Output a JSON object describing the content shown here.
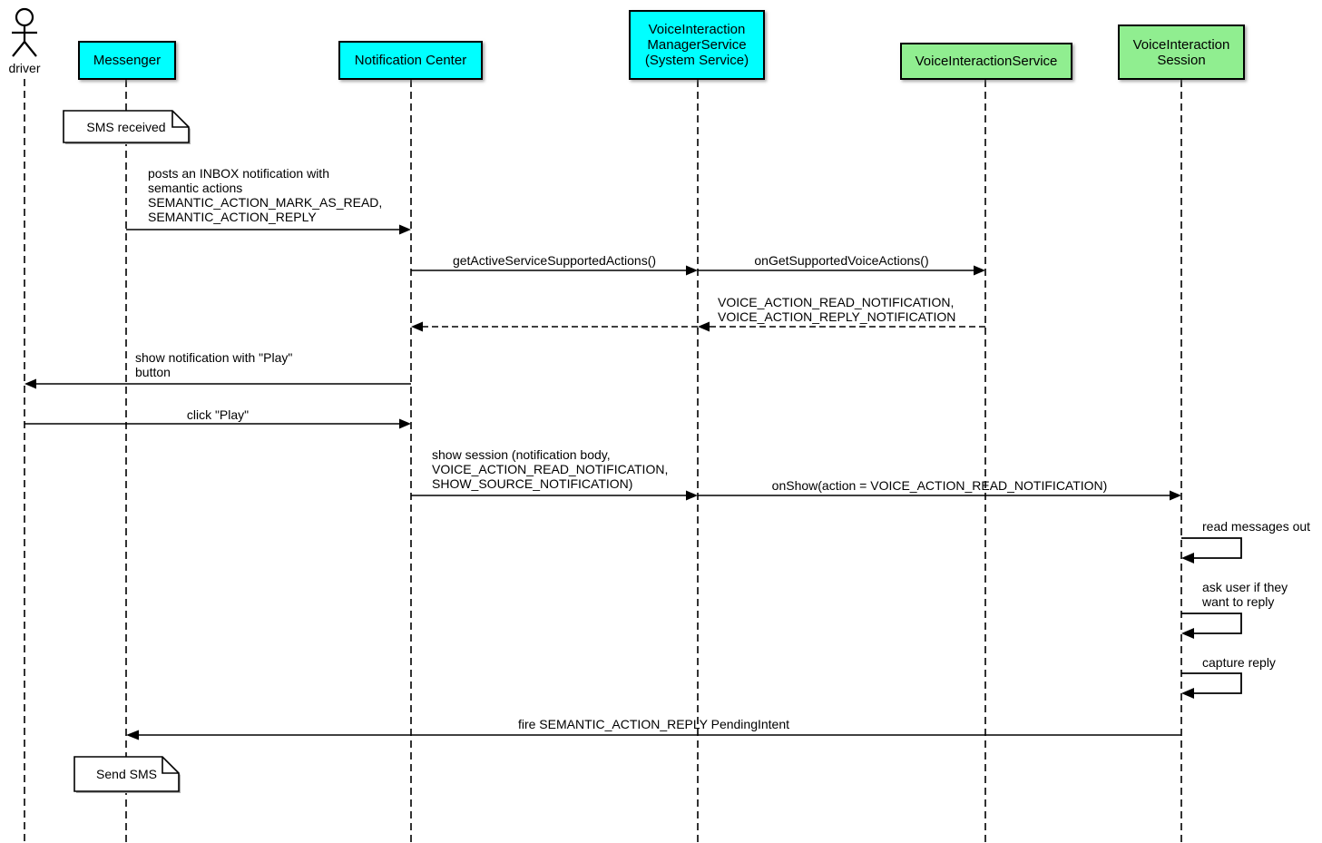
{
  "colors": {
    "participant_cyan": "#00ffff",
    "participant_green": "#90ee90",
    "line": "#000000",
    "note_background": "#ffffff",
    "page_background": "#ffffff"
  },
  "actor": {
    "label": "driver"
  },
  "participants": [
    {
      "label": "Messenger",
      "color": "#00ffff"
    },
    {
      "label": "Notification Center",
      "color": "#00ffff"
    },
    {
      "label": "VoiceInteraction\nManagerService\n(System Service)",
      "color": "#00ffff"
    },
    {
      "label": "VoiceInteractionService",
      "color": "#90ee90"
    },
    {
      "label": "VoiceInteraction\nSession",
      "color": "#90ee90"
    }
  ],
  "notes": [
    {
      "text": "SMS received",
      "attached_to": "Messenger"
    },
    {
      "text": "Send SMS",
      "attached_to": "Messenger"
    }
  ],
  "messages": [
    {
      "from": "Messenger",
      "to": "Notification Center",
      "style": "solid",
      "text": "posts an INBOX notification with\nsemantic actions\nSEMANTIC_ACTION_MARK_AS_READ,\nSEMANTIC_ACTION_REPLY"
    },
    {
      "from": "Notification Center",
      "to": "VoiceInteractionManagerService",
      "style": "solid",
      "text": "getActiveServiceSupportedActions()"
    },
    {
      "from": "VoiceInteractionManagerService",
      "to": "VoiceInteractionService",
      "style": "solid",
      "text": "onGetSupportedVoiceActions()"
    },
    {
      "from": "VoiceInteractionService",
      "to": "VoiceInteractionManagerService",
      "style": "dashed-return",
      "text": "VOICE_ACTION_READ_NOTIFICATION,\nVOICE_ACTION_REPLY_NOTIFICATION"
    },
    {
      "from": "VoiceInteractionManagerService",
      "to": "Notification Center",
      "style": "dashed-return",
      "text": ""
    },
    {
      "from": "Notification Center",
      "to": "driver",
      "style": "solid",
      "text": "show notification with \"Play\"\nbutton"
    },
    {
      "from": "driver",
      "to": "Notification Center",
      "style": "solid",
      "text": "click \"Play\""
    },
    {
      "from": "Notification Center",
      "to": "VoiceInteractionManagerService",
      "style": "solid",
      "text": "show session (notification body,\nVOICE_ACTION_READ_NOTIFICATION,\nSHOW_SOURCE_NOTIFICATION)"
    },
    {
      "from": "VoiceInteractionManagerService",
      "to": "VoiceInteractionSession",
      "style": "solid",
      "text": "onShow(action = VOICE_ACTION_READ_NOTIFICATION)"
    },
    {
      "from": "VoiceInteractionSession",
      "to": "VoiceInteractionSession",
      "style": "self",
      "text": "read messages out"
    },
    {
      "from": "VoiceInteractionSession",
      "to": "VoiceInteractionSession",
      "style": "self",
      "text": "ask user if they\nwant to reply"
    },
    {
      "from": "VoiceInteractionSession",
      "to": "VoiceInteractionSession",
      "style": "self",
      "text": "capture reply"
    },
    {
      "from": "VoiceInteractionSession",
      "to": "Messenger",
      "style": "solid",
      "text": "fire SEMANTIC_ACTION_REPLY PendingIntent"
    }
  ]
}
